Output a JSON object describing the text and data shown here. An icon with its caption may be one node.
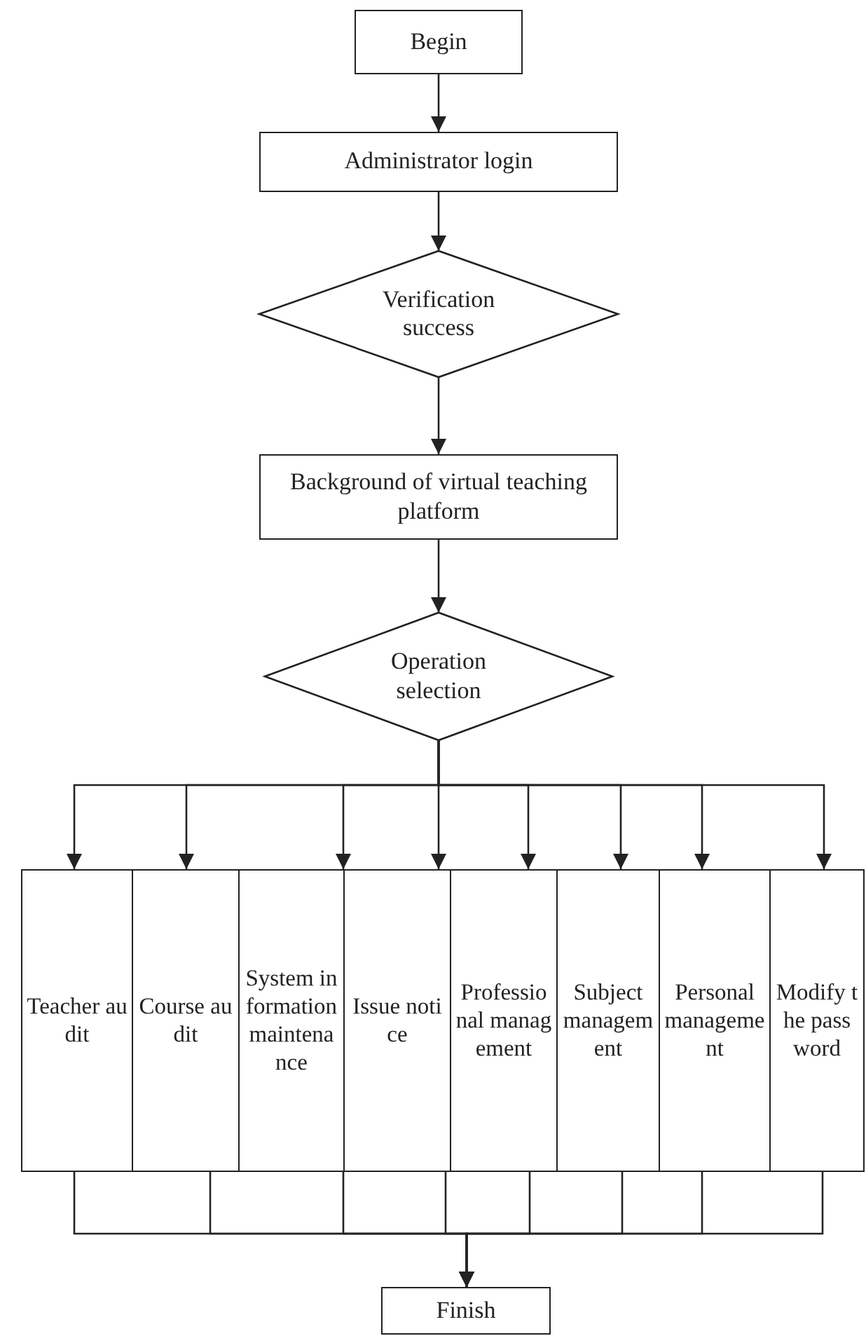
{
  "diagram": {
    "nodes": [
      {
        "text": [
          "Begin"
        ]
      },
      {
        "text": [
          "Administrator login"
        ]
      },
      {
        "text": [
          "Verification success"
        ]
      },
      {
        "text": [
          "Background of virtual teaching platform"
        ]
      },
      {
        "text": [
          "Operation selection"
        ]
      },
      {
        "text": [
          "Teacher audit"
        ]
      },
      {
        "text": [
          "Course audit"
        ]
      },
      {
        "text": [
          "System information maintenance"
        ]
      },
      {
        "text": [
          "Issue notice"
        ]
      },
      {
        "text": [
          "Professional management"
        ]
      },
      {
        "text": [
          "Subject management"
        ]
      },
      {
        "text": [
          "Personal management"
        ]
      },
      {
        "text": [
          "Modify the password"
        ]
      },
      {
        "text": [
          "Finish"
        ]
      }
    ],
    "edges": [
      {
        "from": 0,
        "to": 1,
        "arrow": "to"
      },
      {
        "from": 1,
        "to": 2,
        "arrow": "to"
      },
      {
        "from": 2,
        "to": 3,
        "arrow": "to"
      },
      {
        "from": 3,
        "to": 4,
        "arrow": "to"
      },
      {
        "from": 4,
        "to": 5,
        "arrow": "to"
      },
      {
        "from": 4,
        "to": 6,
        "arrow": "to"
      },
      {
        "from": 4,
        "to": 7,
        "arrow": "to"
      },
      {
        "from": 4,
        "to": 8,
        "arrow": "to"
      },
      {
        "from": 4,
        "to": 9,
        "arrow": "to"
      },
      {
        "from": 4,
        "to": 10,
        "arrow": "to"
      },
      {
        "from": 4,
        "to": 11,
        "arrow": "to"
      },
      {
        "from": 4,
        "to": 12,
        "arrow": "to"
      },
      {
        "from": 5,
        "to": 13,
        "arrow": "to"
      },
      {
        "from": 6,
        "to": 13,
        "arrow": "to"
      },
      {
        "from": 7,
        "to": 13,
        "arrow": "to"
      },
      {
        "from": 8,
        "to": 13,
        "arrow": "to"
      },
      {
        "from": 9,
        "to": 13,
        "arrow": "to"
      },
      {
        "from": 10,
        "to": 13,
        "arrow": "to"
      },
      {
        "from": 11,
        "to": 13,
        "arrow": "to"
      },
      {
        "from": 12,
        "to": 13,
        "arrow": "to"
      }
    ]
  }
}
